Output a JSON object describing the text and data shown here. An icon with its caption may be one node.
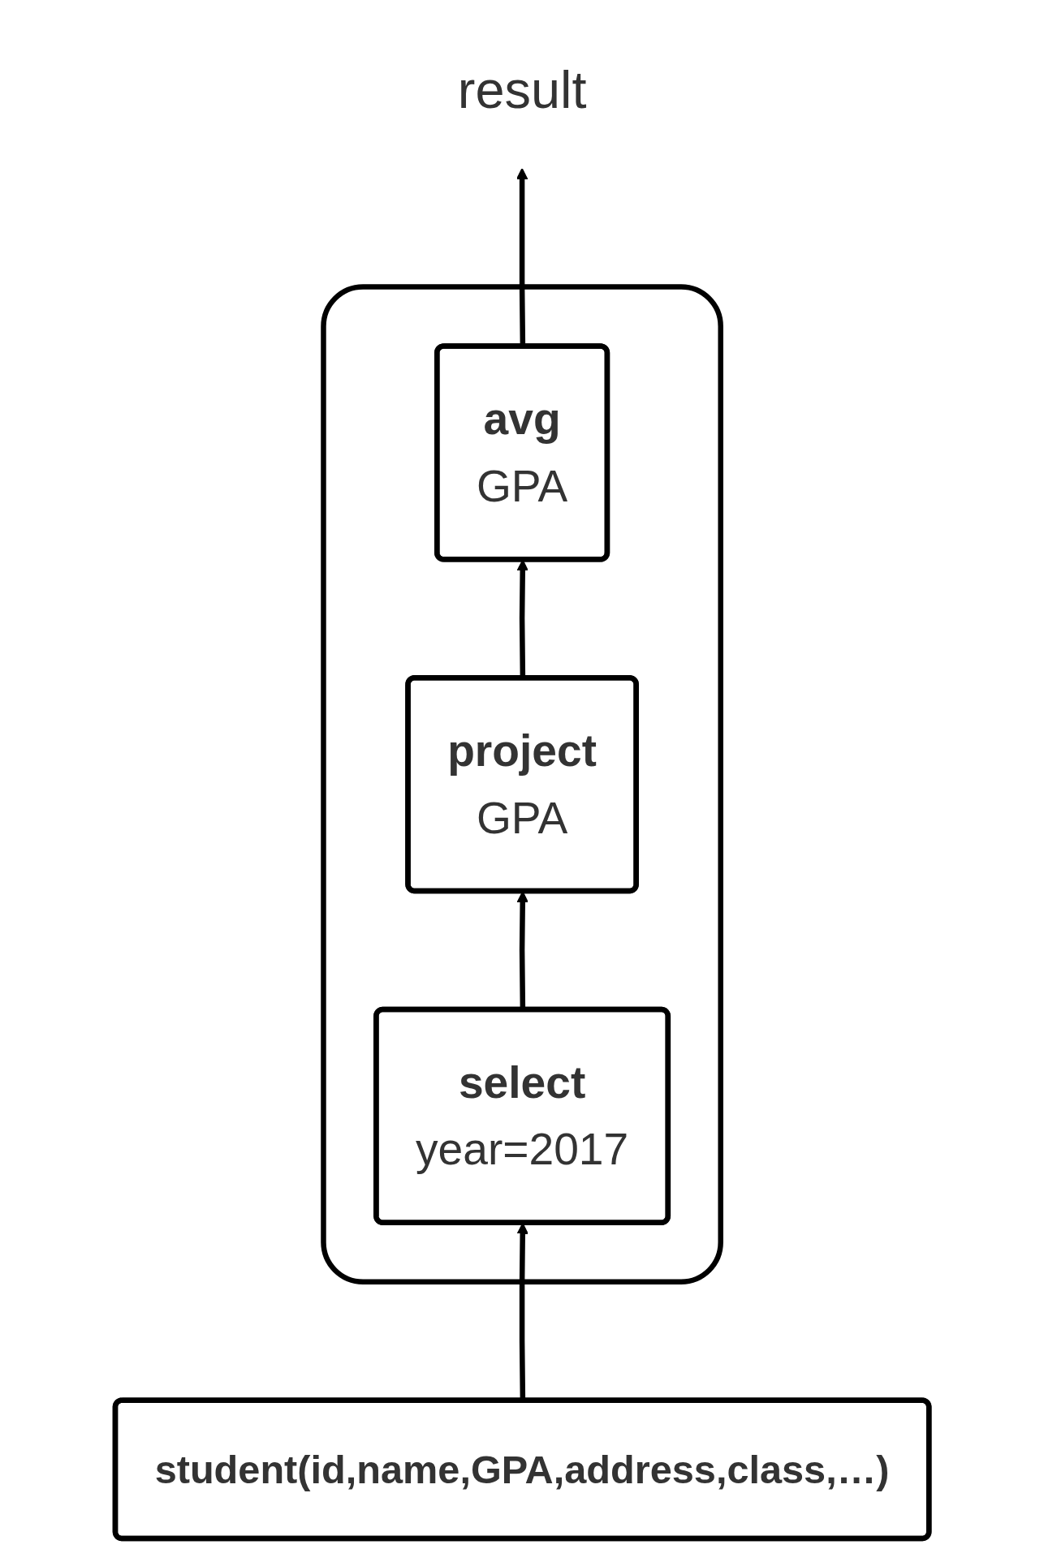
{
  "diagram": {
    "nodes": [
      {
        "text": [
          "result"
        ]
      },
      {
        "text": [],
        "shape": "box"
      },
      {
        "text": [
          "avg",
          "GPA"
        ],
        "in": 1
      },
      {
        "text": [
          "project",
          "GPA"
        ],
        "in": 1
      },
      {
        "text": [
          "select",
          "year=2017"
        ],
        "in": 1
      },
      {
        "text": [
          "student(id,name,GPA,address,class,…)"
        ]
      }
    ],
    "edges": [
      {
        "from": 5,
        "to": 4,
        "arrow": "to"
      },
      {
        "from": 4,
        "to": 3,
        "arrow": "to"
      },
      {
        "from": 3,
        "to": 2,
        "arrow": "to"
      },
      {
        "from": 2,
        "to": 0,
        "arrow": "to"
      }
    ]
  }
}
